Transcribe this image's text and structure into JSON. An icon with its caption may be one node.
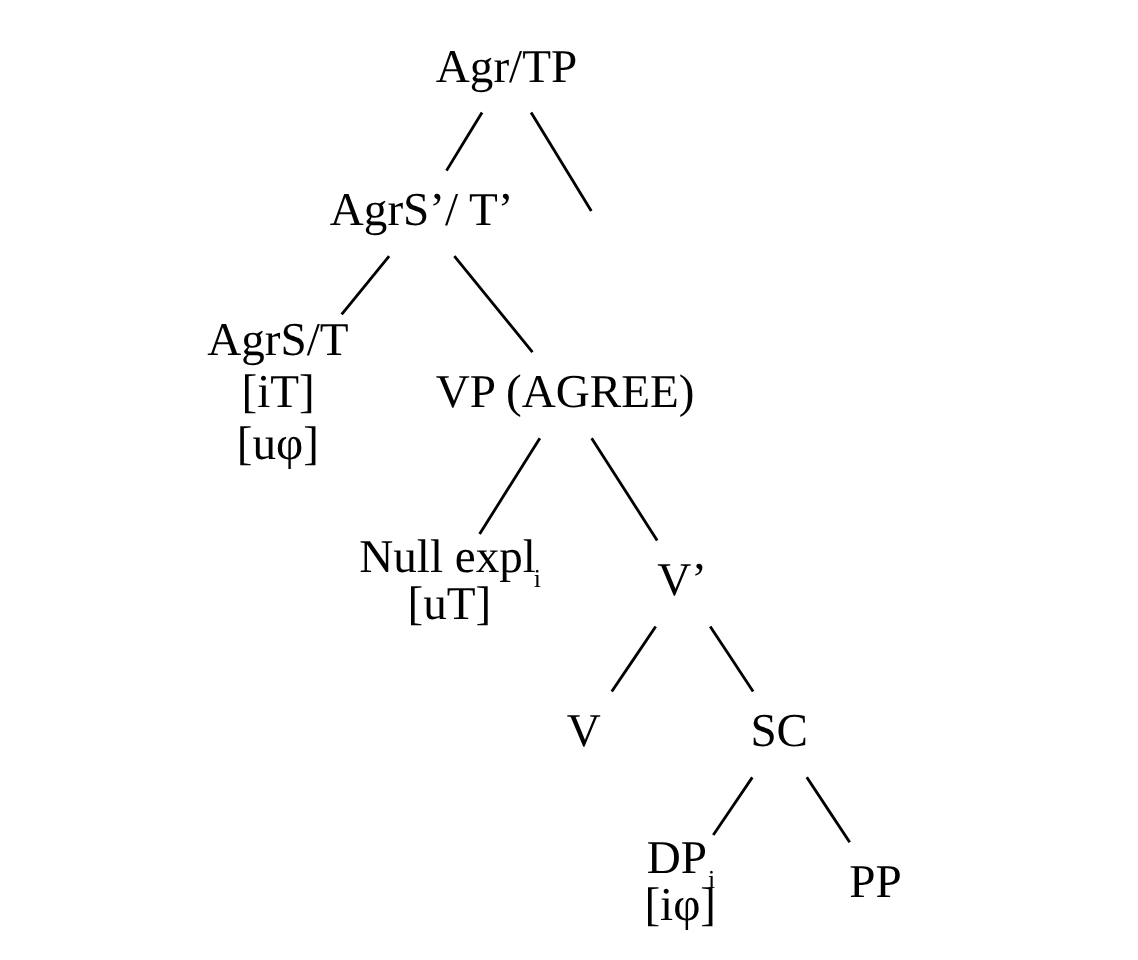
{
  "diagram": {
    "nodes": [
      {
        "text": [
          "Agr/TP"
        ]
      },
      {
        "text": [
          "AgrS’/ T’"
        ]
      },
      {
        "text": [
          "AgrS/T",
          "[iT]",
          "[uφ]"
        ]
      },
      {
        "text": [
          "VP (AGREE)"
        ]
      },
      {
        "text": [
          "Null expl$_{i}$",
          "[uT]"
        ]
      },
      {
        "text": [
          "V’"
        ]
      },
      {
        "text": [
          "V"
        ]
      },
      {
        "text": [
          "SC"
        ]
      },
      {
        "text": [
          "DP$_{i}$",
          "[iφ]"
        ]
      },
      {
        "text": [
          "PP"
        ]
      }
    ],
    "edges": [
      {
        "from": 0,
        "to": null,
        "arrow": "none"
      },
      {
        "from": 0,
        "to": 1,
        "arrow": "none"
      },
      {
        "from": 1,
        "to": 2,
        "arrow": "none"
      },
      {
        "from": 1,
        "to": 3,
        "arrow": "none"
      },
      {
        "from": 3,
        "to": 4,
        "arrow": "none"
      },
      {
        "from": 3,
        "to": 5,
        "arrow": "none"
      },
      {
        "from": 5,
        "to": 6,
        "arrow": "none"
      },
      {
        "from": 5,
        "to": 7,
        "arrow": "none"
      },
      {
        "from": 7,
        "to": 8,
        "arrow": "none"
      },
      {
        "from": 7,
        "to": 9,
        "arrow": "none"
      }
    ]
  }
}
